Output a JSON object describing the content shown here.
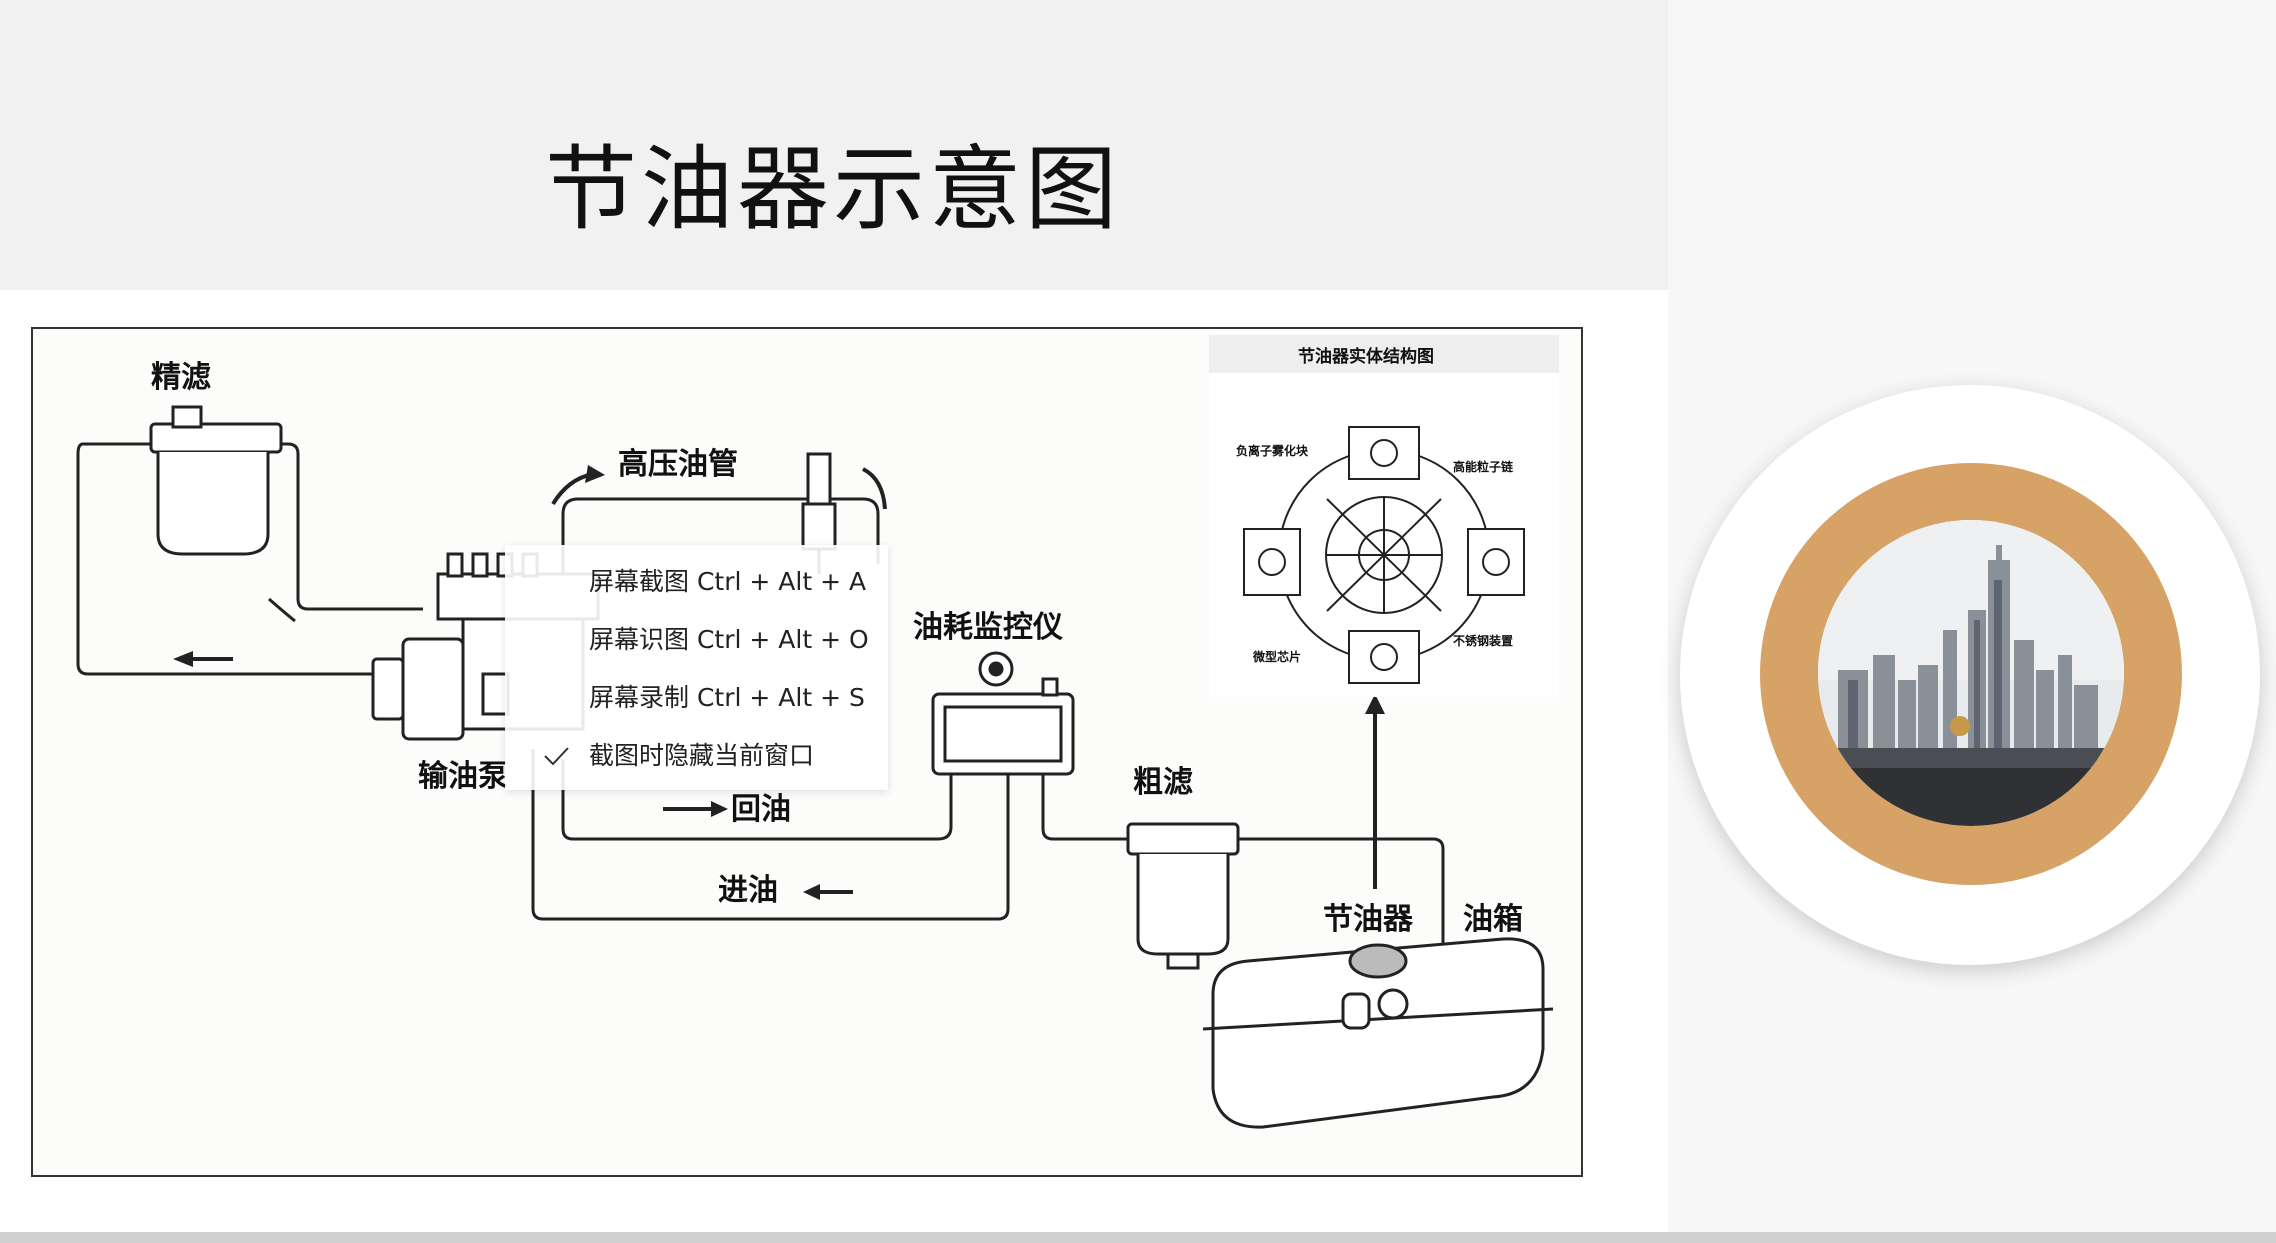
{
  "slide": {
    "title": "节油器示意图"
  },
  "diagram": {
    "labels": {
      "fine_filter": "精滤",
      "high_pressure_pipe": "高压油管",
      "transfer_pump": "输油泵",
      "return_oil": "回油",
      "inlet_oil": "进油",
      "fuel_monitor": "油耗监控仪",
      "coarse_filter": "粗滤",
      "fuel_saver": "节油器",
      "fuel_tank": "油箱"
    },
    "inset": {
      "title": "节油器实体结构图",
      "labels": {
        "negative_ion": "负离子雾化块",
        "high_energy_chain": "高能粒子链",
        "micro_chip": "微型芯片",
        "stainless_device": "不锈钢装置"
      }
    }
  },
  "context_menu": {
    "items": [
      {
        "label": "屏幕截图 Ctrl + Alt + A",
        "checked": false
      },
      {
        "label": "屏幕识图 Ctrl + Alt + O",
        "checked": false
      },
      {
        "label": "屏幕录制 Ctrl + Alt + S",
        "checked": false
      },
      {
        "label": "截图时隐藏当前窗口",
        "checked": true
      }
    ]
  },
  "decor": {
    "ring_color": "#d6a266",
    "photo_subject": "city skyline"
  }
}
